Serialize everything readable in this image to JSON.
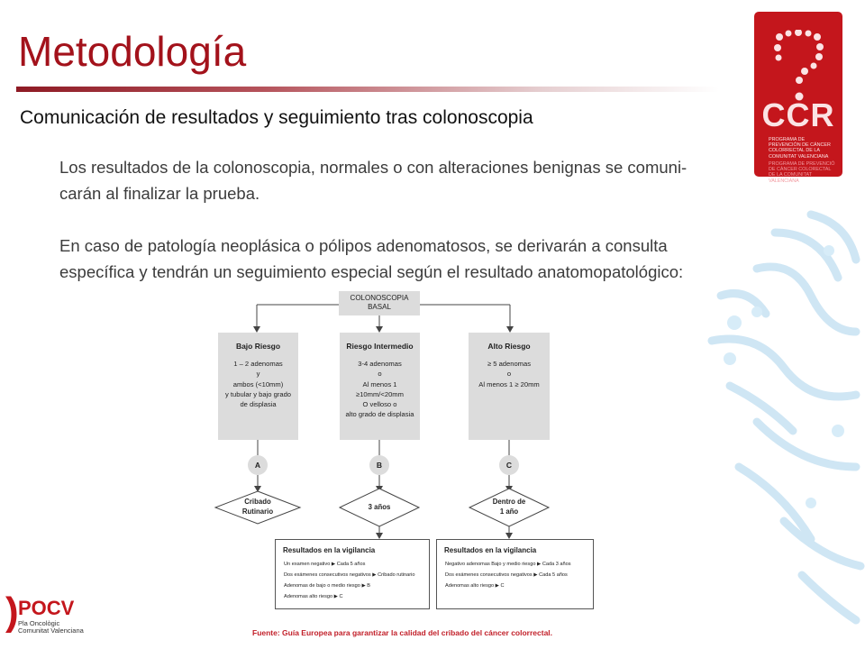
{
  "slide": {
    "title": "Metodología",
    "subtitle": "Comunicación de resultados y seguimiento tras colonoscopia",
    "paragraph1_line1": "Los resultados de la colonoscopia, normales o con alteraciones benignas se comuni-",
    "paragraph1_line2": "carán al finalizar la prueba.",
    "paragraph2_line1": "En caso de patología neoplásica o pólipos adenomatosos, se derivarán a consulta",
    "paragraph2_line2": "específica y tendrán un seguimiento especial según el resultado anatomopatológico:",
    "source": "Fuente: Guía Europea para garantizar la calidad del cribado del cáncer colorrectal.",
    "accent_color": "#a3121b"
  },
  "logos": {
    "ccr": {
      "name": "CCR",
      "line1": "PROGRAMA DE PREVENCIÓN DE CÁNCER COLORRECTAL DE LA COMUNITAT VALENCIANA",
      "line2": "PROGRAMA DE PREVENCIÓ DE CÀNCER COLORECTAL DE LA COMUNITAT VALENCIANA",
      "color": "#c4161c"
    },
    "pocv": {
      "name": "POCV",
      "line1": "Pla Oncològic",
      "line2": "Comunitat Valenciana"
    }
  },
  "flowchart": {
    "root": {
      "line1": "COLONOSCOPIA",
      "line2": "BASAL"
    },
    "branches": [
      {
        "title": "Bajo Riesgo",
        "lines": [
          "1 – 2 adenomas",
          "y",
          "ambos (<10mm)",
          "y tubular y bajo grado",
          "de displasia"
        ],
        "letter": "A",
        "decision": [
          "Cribado",
          "Rutinario"
        ]
      },
      {
        "title": "Riesgo Intermedio",
        "lines": [
          "3-4 adenomas",
          "o",
          "Al menos 1",
          "≥10mm/<20mm",
          "O velloso o",
          "alto grado de displasia"
        ],
        "letter": "B",
        "decision": [
          "3 años"
        ]
      },
      {
        "title": "Alto Riesgo",
        "lines": [
          "≥ 5 adenomas",
          "o",
          "Al menos 1 ≥ 20mm"
        ],
        "letter": "C",
        "decision": [
          "Dentro de",
          "1 año"
        ]
      }
    ],
    "results": [
      {
        "title": "Resultados en la vigilancia",
        "lines": [
          "Un examen negativo ▶ Cada 5 años",
          "Dos exámenes consecutivos negativos ▶ Cribado rutinario",
          "Adenomas de bajo o medio riesgo ▶ B",
          "Adenomas alto riesgo ▶ C"
        ]
      },
      {
        "title": "Resultados en la vigilancia",
        "lines": [
          "Negativo adenomas Bajo y medio riesgo ▶ Cada 3 años",
          "Dos exámenes consecutivos negativos ▶ Cada 5 años",
          "Adenomas alto riesgo ▶ C"
        ]
      }
    ]
  }
}
